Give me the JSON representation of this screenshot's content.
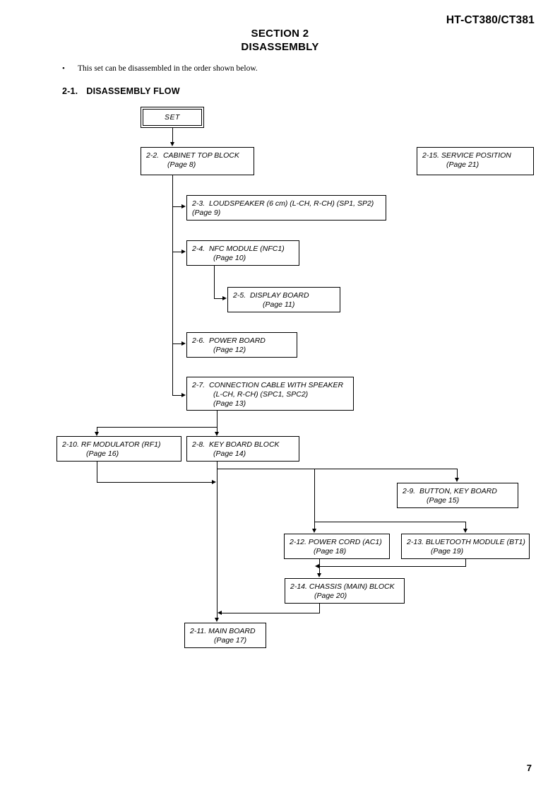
{
  "header": {
    "model": "HT-CT380/CT381",
    "section_line1": "SECTION  2",
    "section_line2": "DISASSEMBLY"
  },
  "intro": {
    "bullet": "•",
    "text": "This set can be disassembled in the order shown below."
  },
  "subheading": {
    "number": "2-1.",
    "title": "DISASSEMBLY  FLOW"
  },
  "flow": {
    "nodes": {
      "set": {
        "label": "SET"
      },
      "cabinet_top_block": {
        "number": "2-2.",
        "title": "CABINET TOP BLOCK",
        "page": "(Page 8)"
      },
      "service_position": {
        "number": "2-15.",
        "title": "SERVICE POSITION",
        "page": "(Page 21)"
      },
      "loudspeaker": {
        "number": "2-3.",
        "title": "LOUDSPEAKER (6 cm) (L-CH, R-CH) (SP1, SP2)",
        "page": "(Page 9)"
      },
      "nfc_module": {
        "number": "2-4.",
        "title": "NFC MODULE (NFC1)",
        "page": "(Page 10)"
      },
      "display_board": {
        "number": "2-5.",
        "title": "DISPLAY BOARD",
        "page": "(Page 11)"
      },
      "power_board": {
        "number": "2-6.",
        "title": "POWER BOARD",
        "page": "(Page 12)"
      },
      "connection_cable": {
        "number": "2-7.",
        "title": "CONNECTION CABLE WITH SPEAKER",
        "detail": "(L-CH, R-CH) (SPC1, SPC2)",
        "page": "(Page 13)"
      },
      "rf_modulator": {
        "number": "2-10.",
        "title": "RF MODULATOR (RF1)",
        "page": "(Page 16)"
      },
      "key_board_block": {
        "number": "2-8.",
        "title": "KEY BOARD BLOCK",
        "page": "(Page 14)"
      },
      "button_key_board": {
        "number": "2-9.",
        "title": "BUTTON, KEY BOARD",
        "page": "(Page 15)"
      },
      "power_cord": {
        "number": "2-12.",
        "title": "POWER CORD (AC1)",
        "page": "(Page 18)"
      },
      "bluetooth_module": {
        "number": "2-13.",
        "title": "BLUETOOTH MODULE (BT1)",
        "page": "(Page 19)"
      },
      "chassis_main_block": {
        "number": "2-14.",
        "title": "CHASSIS (MAIN) BLOCK",
        "page": "(Page 20)"
      },
      "main_board": {
        "number": "2-11.",
        "title": "MAIN BOARD",
        "page": "(Page 17)"
      }
    }
  },
  "footer": {
    "page_number": "7"
  }
}
